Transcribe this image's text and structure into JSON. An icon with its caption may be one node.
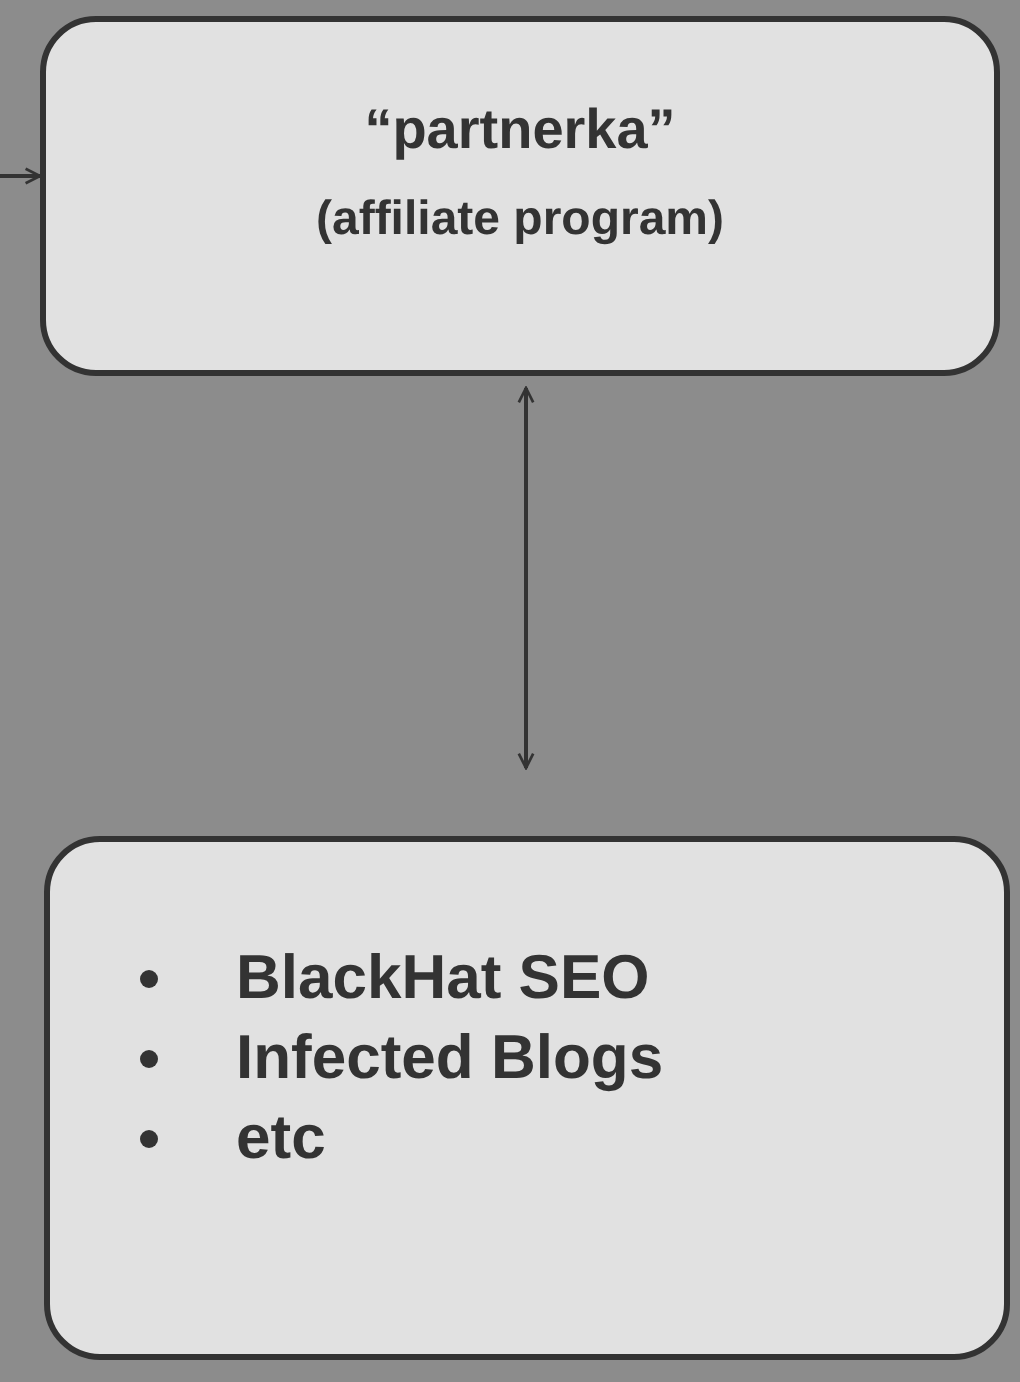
{
  "diagram": {
    "nodes": [
      {
        "text": [
          "“partnerka”",
          "(affiliate program)"
        ]
      },
      {
        "text": [
          "BlackHat SEO",
          "Infected Blogs",
          "etc"
        ]
      }
    ],
    "edges": [
      {
        "from": null,
        "to": 0,
        "arrow": "to"
      },
      {
        "from": 0,
        "to": 1,
        "arrow": "both"
      }
    ]
  }
}
